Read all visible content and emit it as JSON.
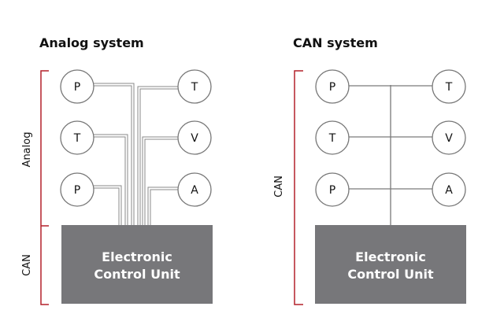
{
  "colors": {
    "bracket": "#b3202a",
    "ecu_fill": "#77777a",
    "wire": "#888888",
    "node_stroke": "#777777",
    "ecu_text": "#ffffff"
  },
  "panels": [
    {
      "title": "Analog system",
      "wiring": "point-to-point",
      "brackets": [
        {
          "label": "Analog"
        },
        {
          "label": "CAN"
        }
      ],
      "nodes_left": [
        "P",
        "T",
        "P"
      ],
      "nodes_right": [
        "T",
        "V",
        "A"
      ],
      "ecu": {
        "line1": "Electronic",
        "line2": "Control Unit"
      }
    },
    {
      "title": "CAN system",
      "wiring": "bus",
      "brackets": [
        {
          "label": "CAN"
        }
      ],
      "nodes_left": [
        "P",
        "T",
        "P"
      ],
      "nodes_right": [
        "T",
        "V",
        "A"
      ],
      "ecu": {
        "line1": "Electronic",
        "line2": "Control Unit"
      }
    }
  ]
}
